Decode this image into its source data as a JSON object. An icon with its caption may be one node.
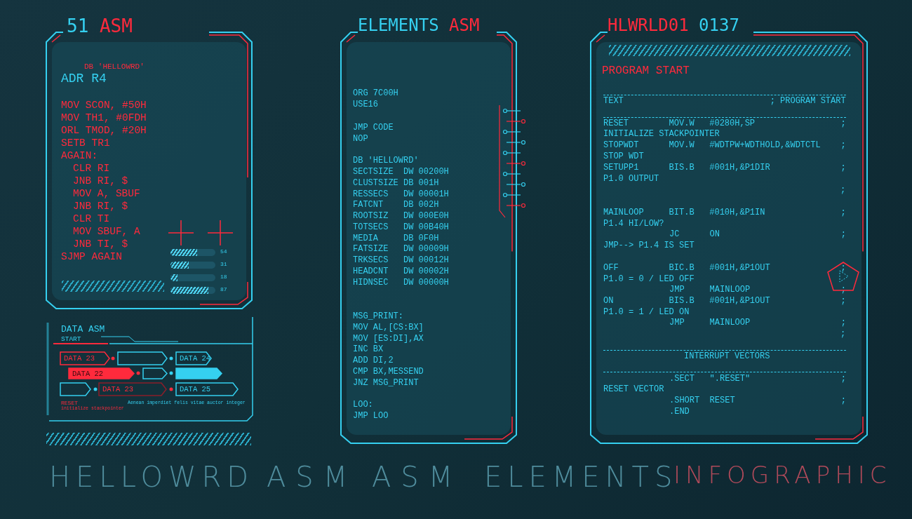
{
  "diagram": {
    "nodes": [
      {
        "text": [
          "51 ASM",
          "DB 'HELLOWRD'",
          "ADR R4",
          "MOV SCON, #50H",
          "MOV TH1, #0FDH",
          "ORL TMOD, #20H",
          "SETB TR1",
          "AGAIN:",
          "CLR RI",
          "JNB RI, $",
          "MOV A, SBUF",
          "JNB RI, $",
          "CLR TI",
          "MOV SBUF, A",
          "JNB TI, $",
          "SJMP AGAIN"
        ]
      },
      {
        "text": [
          "DATA ASM",
          "START"
        ]
      },
      {
        "text": [
          "DATA 23"
        ],
        "in": 1
      },
      {
        "text": [],
        "shape": "box",
        "in": 1
      },
      {
        "text": [
          "DATA 24"
        ],
        "in": 1
      },
      {
        "text": [
          "DATA 22"
        ],
        "in": 1
      },
      {
        "text": [],
        "shape": "box",
        "in": 1
      },
      {
        "text": [],
        "shape": "box",
        "in": 1
      },
      {
        "text": [],
        "shape": "box",
        "in": 1
      },
      {
        "text": [
          "DATA 23"
        ],
        "in": 1
      },
      {
        "text": [
          "DATA 25"
        ],
        "in": 1
      },
      {
        "text": [
          "ELEMENTS ASM",
          "ORG 7C00H",
          "USE16",
          "JMP CODE",
          "NOP",
          "DB 'HELLOWRD'",
          "SECTSIZE  DW 00200H",
          "CLUSTSIZE DB 001H",
          "RESSECS   DW 00001H",
          "FATCNT    DB 002H",
          "ROOTSIZ   DW 000E0H",
          "TOTSECS   DW 00B40H",
          "MEDIA     DB 0F0H",
          "FATSIZE   DW 00009H",
          "TRKSECS   DW 00012H",
          "HEADCNT   DW 00002H",
          "HIDNSEC   DW 00000H",
          "MSG_PRINT:",
          "MOV AL,[CS:BX]",
          "MOV [ES:DI],AX",
          "INC BX",
          "ADD DI,2",
          "CMP BX,MESSEND",
          "JNZ MSG_PRINT",
          "LOO:",
          "JMP LOO"
        ]
      },
      {
        "text": [
          "HLWRLD01 0137",
          "PROGRAM START",
          "TEXT                             ; PROGRAM START",
          "RESET        MOV.W   #0280H,SP                 ;",
          "INITIALIZE STACKPOINTER",
          "STOPWDT      MOV.W   #WDTPW+WDTHOLD,&WDTCTL    ;",
          "STOP WDT",
          "SETUPP1      BIS.B   #001H,&P1DIR              ;",
          "P1.0 OUTPUT",
          ";",
          "MAINLOOP     BIT.B   #010H,&P1IN               ;",
          "P1.4 HI/LOW?",
          "JC      ON                        ;",
          "JMP--> P1.4 IS SET",
          "OFF          BIC.B   #001H,&P1OUT              ;",
          "P1.0 = 0 / LED OFF",
          "JMP     MAINLOOP                  ;",
          "ON           BIS.B   #001H,&P1OUT              ;",
          "P1.0 = 1 / LED ON",
          "JMP     MAINLOOP                  ;",
          ";",
          "INTERRUPT VECTORS",
          ".SECT   \".RESET\"                  ;",
          "RESET VECTOR",
          ".SHORT  RESET                     ;",
          ".END"
        ]
      }
    ],
    "labels": [
      "HELLOWRD",
      "ASM",
      "ASM",
      "ELEMENTS",
      "INFOGRAPHIC",
      "54",
      "31",
      "18",
      "87",
      "RESET",
      "initialize stackpointer",
      "Aenean imperdiet felis vitae auctor integer"
    ]
  }
}
